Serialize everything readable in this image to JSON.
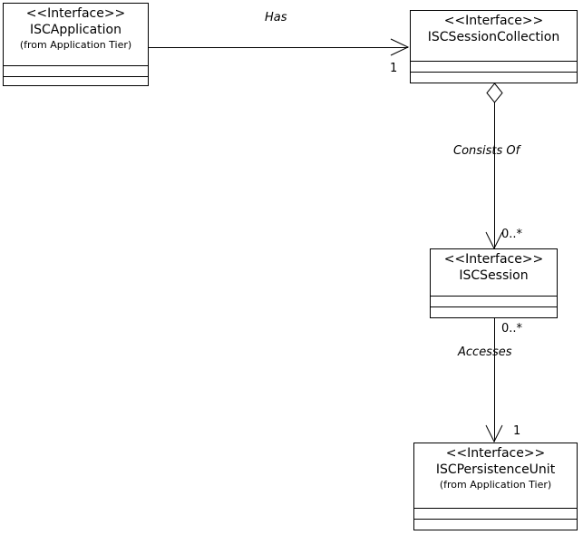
{
  "diagram": {
    "type": "uml-class-diagram",
    "background": "#ffffff",
    "line_color": "#000000"
  },
  "classes": [
    {
      "id": "isc-application",
      "stereotype": "<<Interface>>",
      "name": "ISCApplication",
      "package": "(from Application Tier)"
    },
    {
      "id": "isc-session-collection",
      "stereotype": "<<Interface>>",
      "name": "ISCSessionCollection",
      "package": ""
    },
    {
      "id": "isc-session",
      "stereotype": "<<Interface>>",
      "name": "ISCSession",
      "package": ""
    },
    {
      "id": "isc-persistence-unit",
      "stereotype": "<<Interface>>",
      "name": "ISCPersistenceUnit",
      "package": "(from Application Tier)"
    }
  ],
  "relationships": [
    {
      "id": "has",
      "label": "Has",
      "kind": "association",
      "source": "ISCApplication",
      "target": "ISCSessionCollection",
      "target_multiplicity": "1"
    },
    {
      "id": "consists-of",
      "label": "Consists Of",
      "kind": "aggregation",
      "source": "ISCSessionCollection",
      "target": "ISCSession",
      "target_multiplicity": "0..*"
    },
    {
      "id": "accesses",
      "label": "Accesses",
      "kind": "association",
      "source": "ISCSession",
      "target": "ISCPersistenceUnit",
      "source_multiplicity": "0..*",
      "target_multiplicity": "1"
    }
  ]
}
